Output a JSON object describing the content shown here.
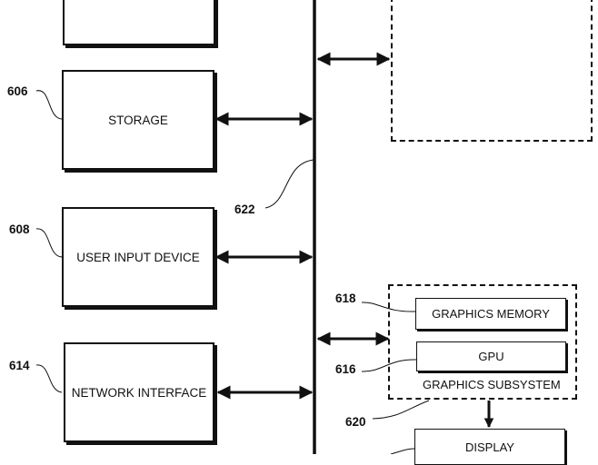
{
  "boxes": {
    "top_partial": "",
    "storage": "STORAGE",
    "user_input_device": "USER INPUT DEVICE",
    "network_interface": "NETWORK INTERFACE",
    "graphics_memory": "GRAPHICS MEMORY",
    "gpu": "GPU",
    "display": "DISPLAY"
  },
  "labels": {
    "graphics_subsystem": "GRAPHICS SUBSYSTEM"
  },
  "refs": {
    "storage": "606",
    "user_input_device": "608",
    "network_interface": "614",
    "bus": "622",
    "graphics_memory": "618",
    "gpu": "616",
    "graphics_subsystem": "620"
  }
}
